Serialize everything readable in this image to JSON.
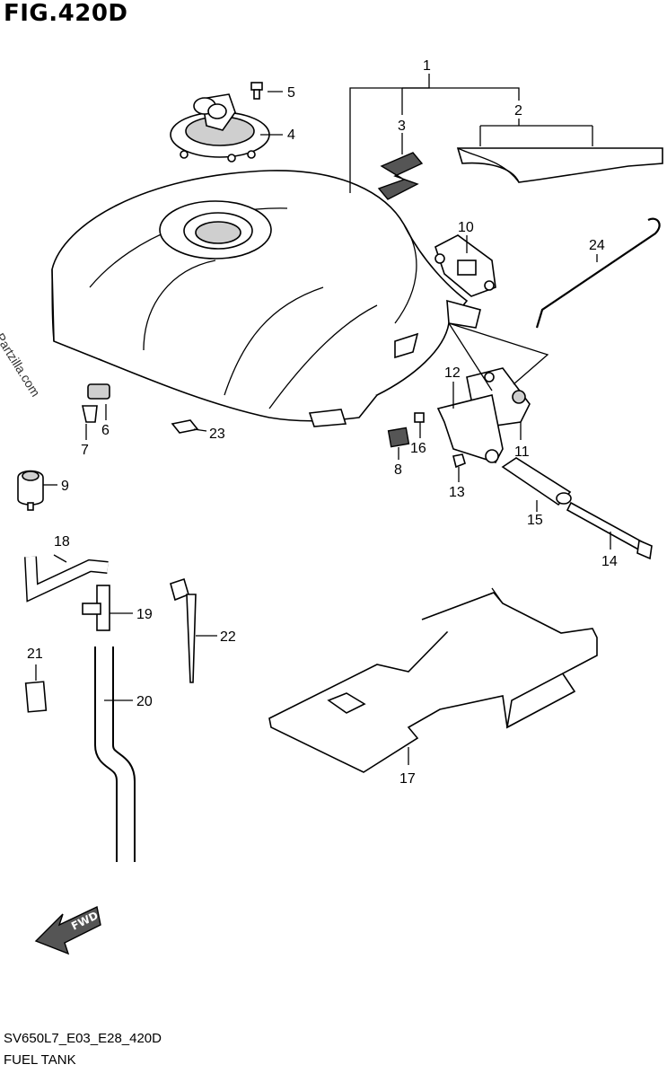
{
  "figure": {
    "title": "FIG.420D",
    "code": "SV650L7_E03_E28_420D",
    "name": "FUEL TANK",
    "watermark": "© Partzilla.com",
    "fwd_label": "FWD"
  },
  "callouts": [
    "1",
    "2",
    "3",
    "4",
    "5",
    "6",
    "7",
    "8",
    "9",
    "10",
    "11",
    "12",
    "13",
    "14",
    "15",
    "16",
    "17",
    "18",
    "19",
    "20",
    "21",
    "22",
    "23",
    "24"
  ]
}
